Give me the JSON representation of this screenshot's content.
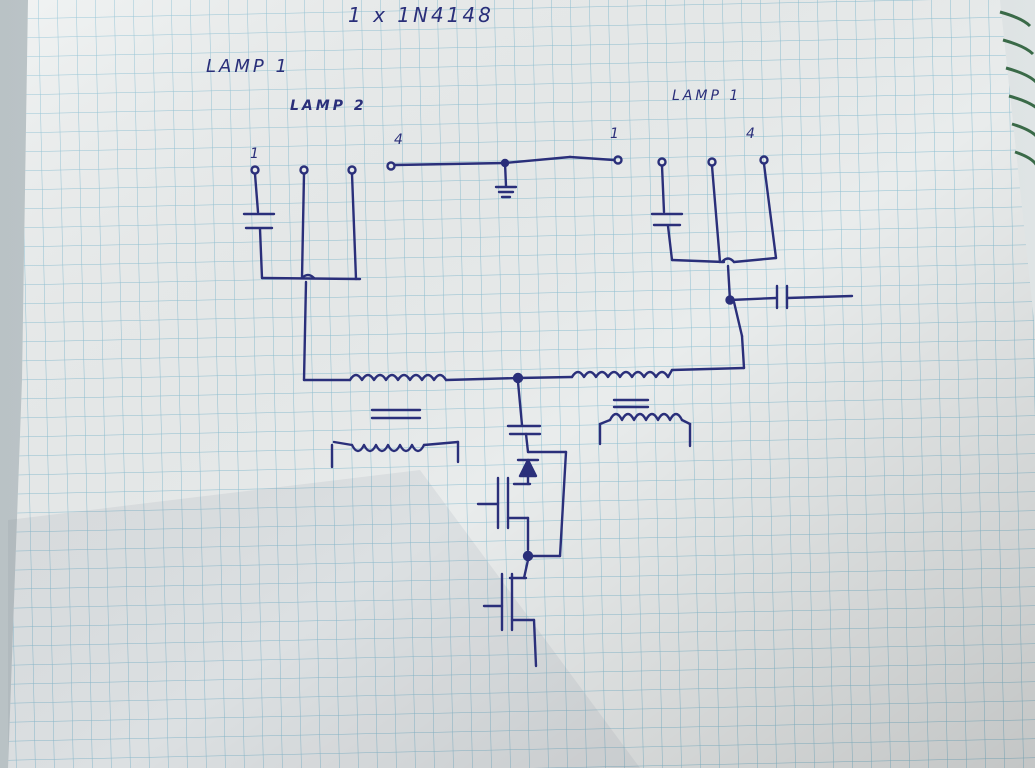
{
  "notes": {
    "top": "1 x 1N4148",
    "lamp1_left": "LAMP 1",
    "lamp2": "LAMP 2",
    "lamp1_right": "LAMP 1"
  },
  "pins": {
    "lamp2_pin1": "1",
    "center_left_pin": "4",
    "center_right_pin": "1",
    "lamp1_pin4": "4"
  },
  "colors": {
    "ink": "#2a2f7a",
    "grid": "#8fc3d6",
    "paper": "#eef1f1"
  }
}
